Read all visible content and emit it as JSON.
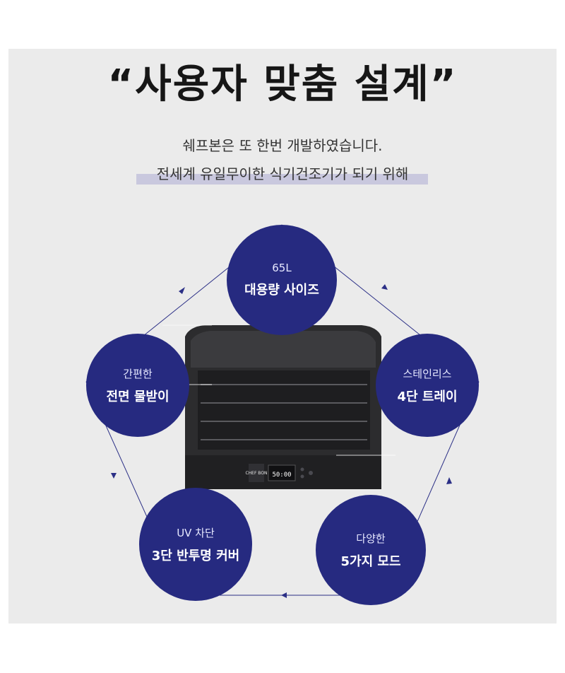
{
  "header": {
    "title": "“사용자 맞춤 설계”",
    "line1": "쉐프본은 또 한번 개발하였습니다.",
    "line2": "전세계 유일무이한 식기건조기가 되기 위해"
  },
  "product": {
    "brand_label": "CHEF BON",
    "display_text": "50:00"
  },
  "features": [
    {
      "small": "65L",
      "big": "대용량 사이즈"
    },
    {
      "small": "스테인리스",
      "big": "4단 트레이"
    },
    {
      "small": "다양한",
      "big": "5가지 모드"
    },
    {
      "small": "UV 차단",
      "big": "3단 반투명 커버"
    },
    {
      "small": "간편한",
      "big": "전면 물받이"
    }
  ],
  "colors": {
    "circle": "#262a80",
    "panel": "#ebebeb",
    "highlight": "#c9c8de"
  }
}
